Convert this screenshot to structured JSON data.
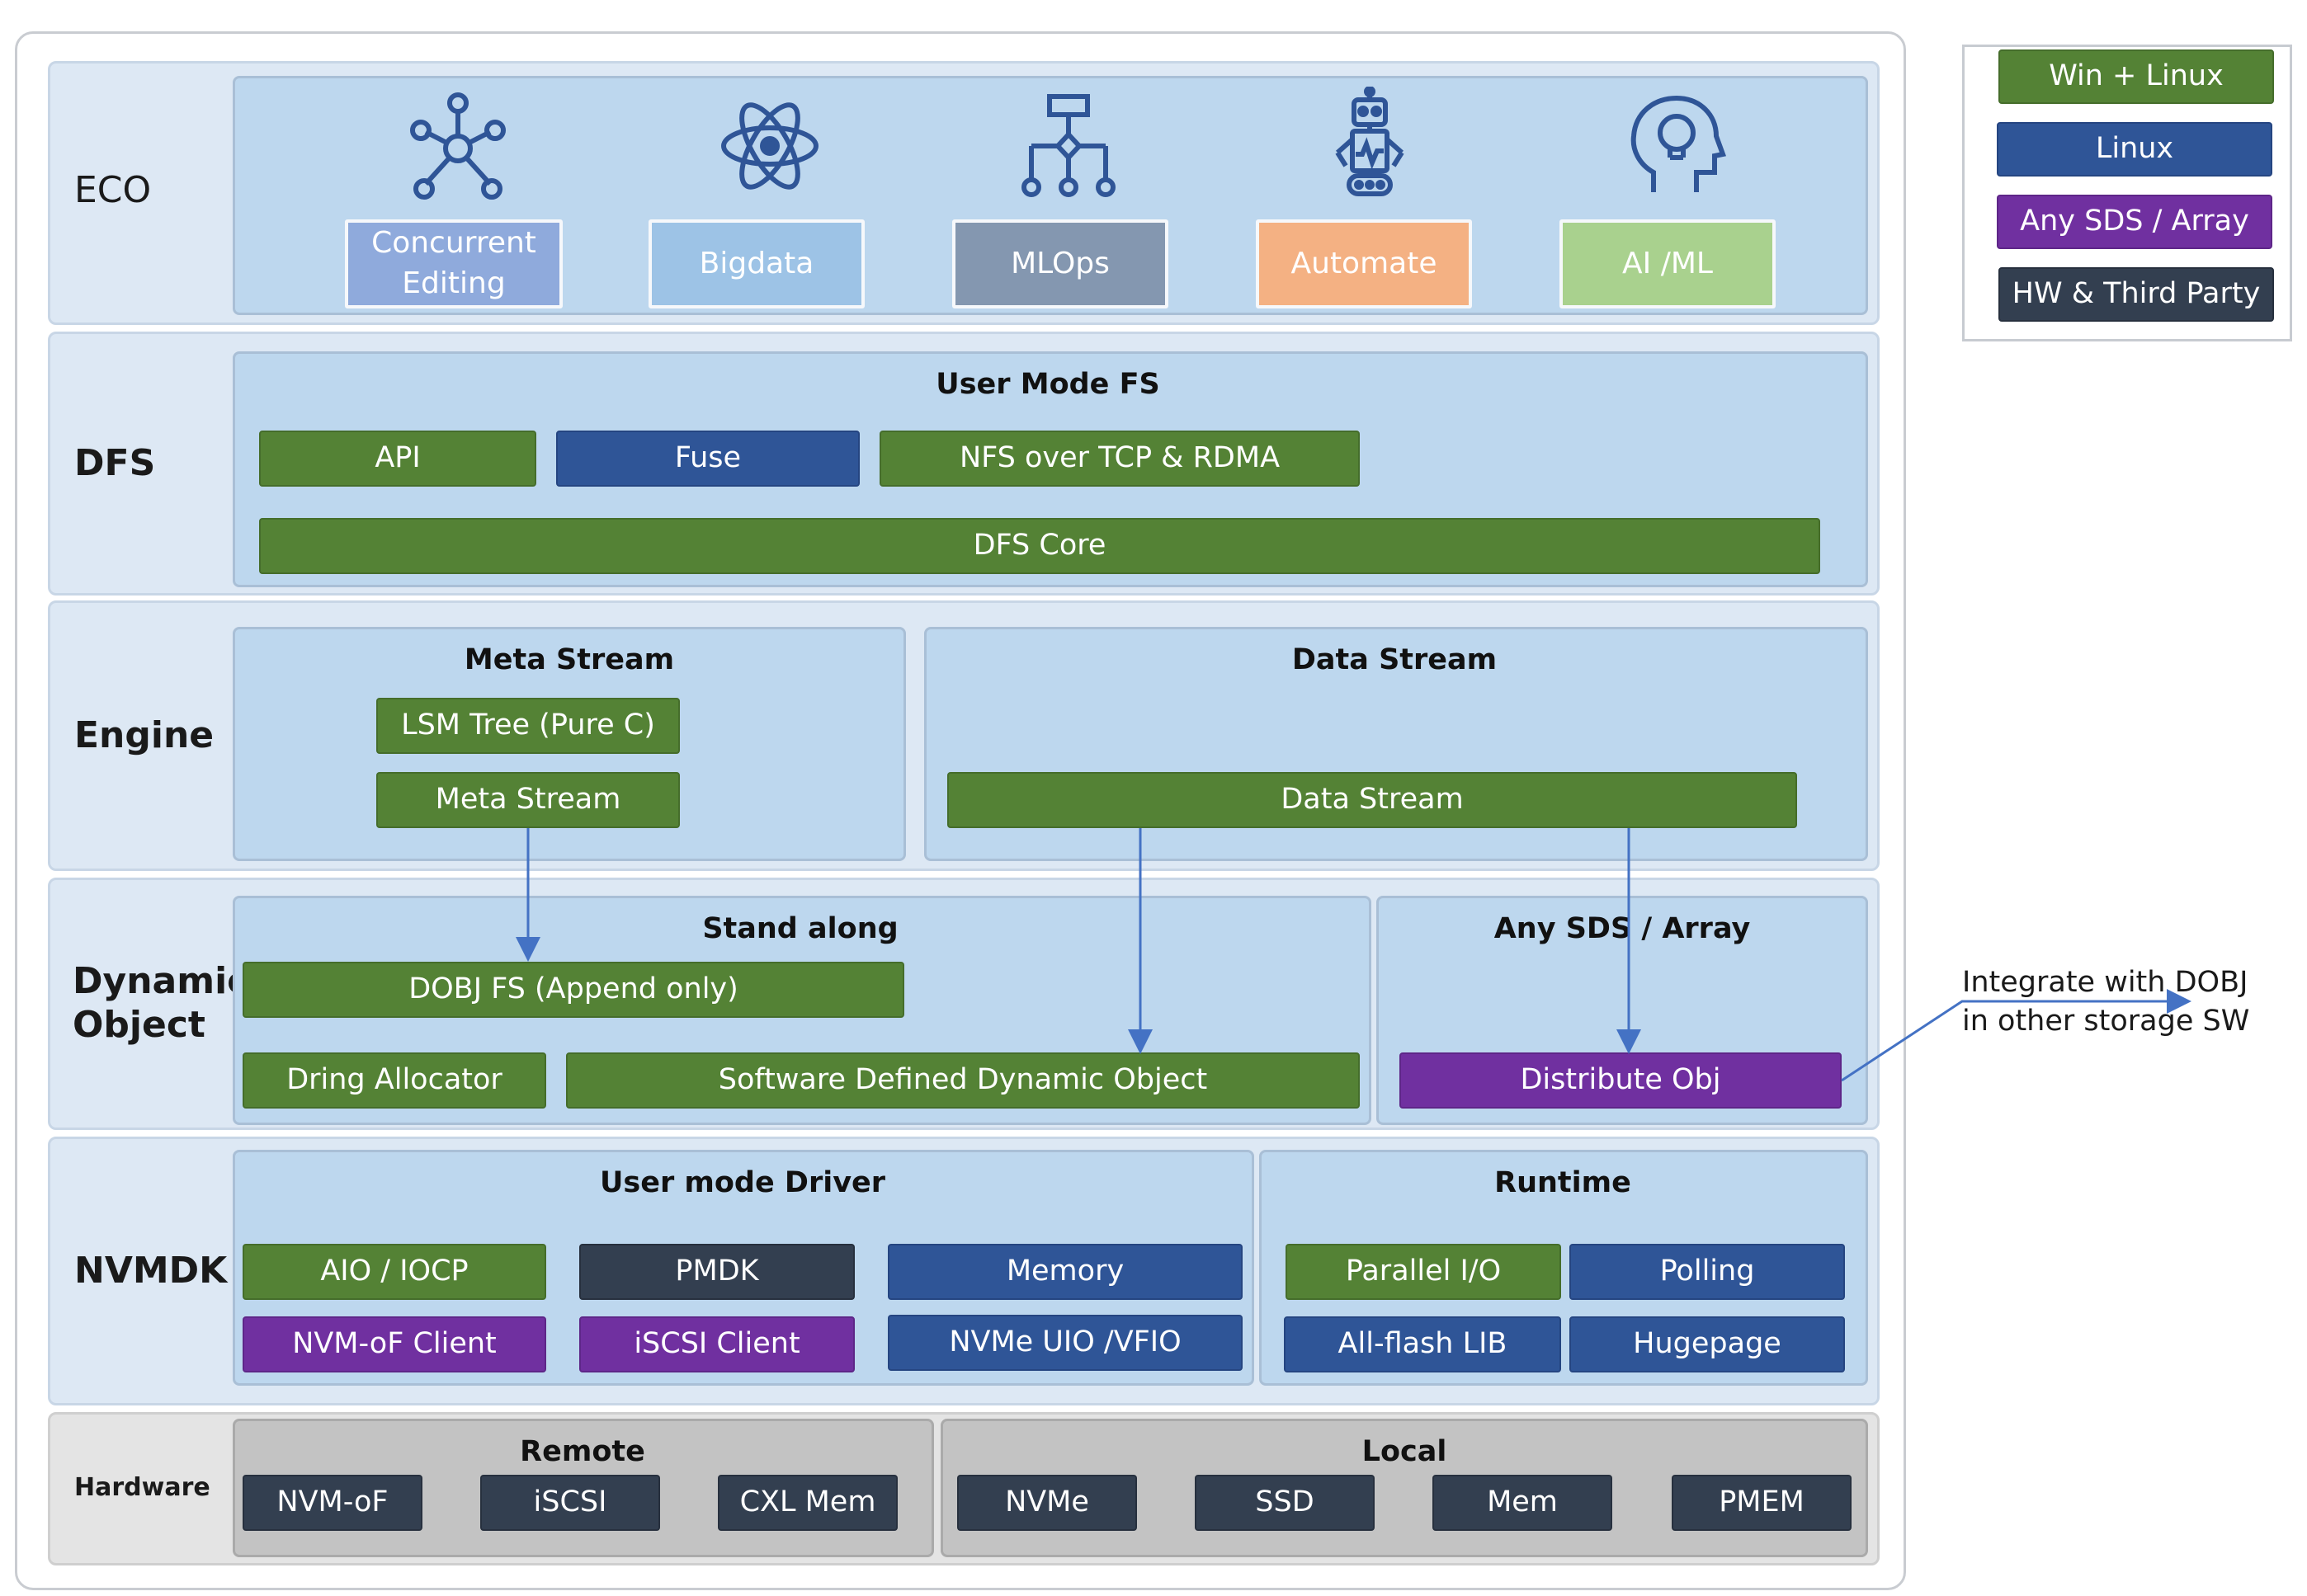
{
  "legend": {
    "items": [
      {
        "label": "Win + Linux",
        "color": "#548235"
      },
      {
        "label": "Linux",
        "color": "#2f5597"
      },
      {
        "label": "Any SDS / Array",
        "color": "#7030a0"
      },
      {
        "label": "HW & Third Party",
        "color": "#333f50"
      }
    ]
  },
  "eco": {
    "label": "ECO",
    "items": [
      {
        "label": "Concurrent Editing",
        "icon": "network-hub-icon",
        "color": "#8faadc"
      },
      {
        "label": "Bigdata",
        "icon": "atom-icon",
        "color": "#9dc3e6"
      },
      {
        "label": "MLOps",
        "icon": "flowchart-icon",
        "color": "#8497b0"
      },
      {
        "label": "Automate",
        "icon": "robot-icon",
        "color": "#f4b183"
      },
      {
        "label": "AI /ML",
        "icon": "head-lightbulb-icon",
        "color": "#a9d18e"
      }
    ]
  },
  "dfs": {
    "label": "DFS",
    "panel_title": "User Mode FS",
    "api": "API",
    "fuse": "Fuse",
    "nfs": "NFS over TCP & RDMA",
    "core": "DFS Core"
  },
  "engine": {
    "label": "Engine",
    "meta": {
      "title": "Meta Stream",
      "lsm": "LSM Tree (Pure C)",
      "stream": "Meta Stream"
    },
    "data": {
      "title": "Data Stream",
      "stream": "Data Stream"
    }
  },
  "dobj": {
    "label_line1": "Dynamic",
    "label_line2": "Object",
    "stand": {
      "title": "Stand along",
      "fs": "DOBJ FS (Append only)",
      "dring": "Dring Allocator",
      "sddo": "Software Defined Dynamic Object"
    },
    "sds": {
      "title": "Any SDS / Array",
      "distribute": "Distribute Obj"
    }
  },
  "note": {
    "line1": "Integrate with DOBJ",
    "line2": "in other storage SW"
  },
  "nvmdk": {
    "label": "NVMDK",
    "driver": {
      "title": "User mode Driver",
      "aio": "AIO / IOCP",
      "pmdk": "PMDK",
      "memory": "Memory",
      "nvmof": "NVM-oF Client",
      "iscsi": "iSCSI Client",
      "uio": "NVMe UIO /VFIO"
    },
    "runtime": {
      "title": "Runtime",
      "parallel": "Parallel I/O",
      "polling": "Polling",
      "allflash": "All-flash LIB",
      "hugepage": "Hugepage"
    }
  },
  "hardware": {
    "label": "Hardware",
    "remote": {
      "title": "Remote",
      "items": [
        "NVM-oF",
        "iSCSI",
        "CXL Mem"
      ]
    },
    "local": {
      "title": "Local",
      "items": [
        "NVMe",
        "SSD",
        "Mem",
        "PMEM"
      ]
    }
  }
}
